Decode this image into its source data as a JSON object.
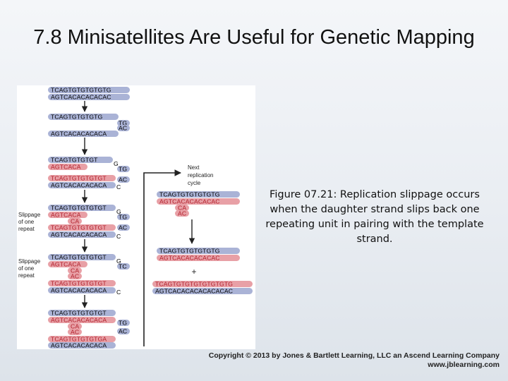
{
  "slide": {
    "title": "7.8  Minisatellites Are Useful for Genetic Mapping",
    "caption": "Figure 07.21: Replication slippage occurs when the daughter strand slips back one repeating unit in pairing with the template strand.",
    "copyright_line1": "Copyright © 2013 by Jones & Bartlett Learning, LLC an Ascend Learning Company",
    "copyright_line2": "www.jblearning.com"
  },
  "colors": {
    "template_strand": "#aab3d6",
    "daughter_strand": "#e8a0a6",
    "arrow": "#222222"
  },
  "figure": {
    "labels": {
      "next_cycle": [
        "Next",
        "replication",
        "cycle"
      ],
      "slippage_1": [
        "Slippage",
        "of one",
        "repeat"
      ],
      "slippage_2": [
        "Slippage",
        "of one",
        "repeat"
      ],
      "plus": "+"
    },
    "seq": {
      "s1_top": "TCAGTGTGTGTGTG",
      "s1_bot": "AGTCACACACACAC",
      "s2_top": "TCAGTGTGTGTG",
      "s2_tg": "TG",
      "s2_bot": "AGTCACACACACA",
      "s2_ac": "AC",
      "s3_top": "TCAGTGTGTGT",
      "s3_new": "AGTCACA",
      "s3_tg": "TG",
      "s3_new2": "TCAGTGTGTGTGT",
      "s3_bot": "AGTCACACACACA",
      "s3_ac": "AC",
      "s4_top": "TCAGTGTGTGTGT",
      "s4_new": "AGTCACA",
      "s4_ca": "CA",
      "s4_tg": "TG",
      "s4_new2": "TCAGTGTGTGTGT",
      "s4_bot": "AGTCACACACACA",
      "s4_ac": "AC",
      "s5_top": "TCAGTGTGTGTGT",
      "s5_new": "AGTCACA",
      "s5_ca": "CA",
      "s5_ac": "AC",
      "s5_tc": "TC",
      "s5_new2": "TCAGTGTGTGTGT",
      "s5_bot": "AGTCACACACACA",
      "s6_top": "TCAGTGTGTGTGT",
      "s6_new": "AGTCACACACACA",
      "s6_ca": "CA",
      "s6_ac": "AC",
      "s6_tg": "TG",
      "s6_new2": "TCAGTGTGTGTGA",
      "s6_bot": "AGTCACACACACA",
      "s6_ac2": "AC",
      "r1_top": "TCAGTGTGTGTGTG",
      "r1_bot": "AGTCACACACACAC",
      "r1_ca": "CA",
      "r1_ac": "AC",
      "r2_top": "TCAGTGTGTGTGTG",
      "r2_bot": "AGTCACACACACAC",
      "r3_top": "TCAGTGTGTGTGTGTGTG",
      "r3_bot": "AGTCACACACACACACAC",
      "end_g": "G",
      "end_c": "C"
    }
  }
}
